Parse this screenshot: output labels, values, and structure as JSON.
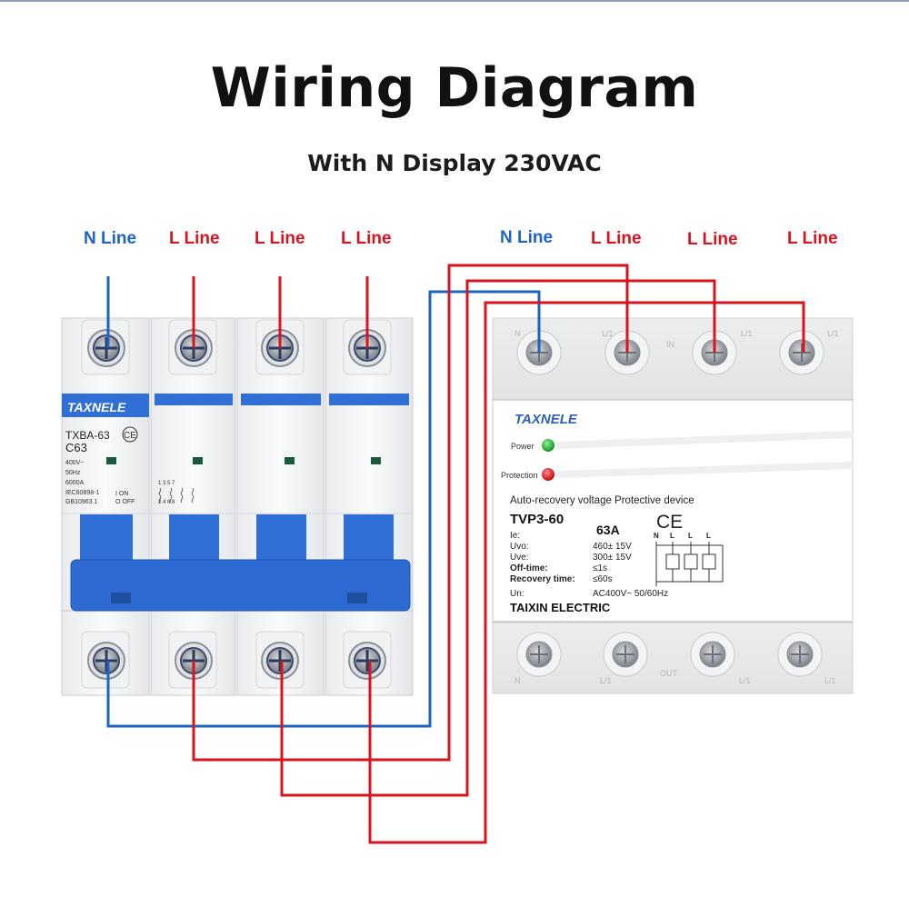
{
  "title": "Wiring Diagram",
  "subtitle": "With N Display 230VAC",
  "breaker_labels": [
    "N Line",
    "L Line",
    "L Line",
    "L Line"
  ],
  "protector_labels": [
    "N Line",
    "L Line",
    "L Line",
    "L Line"
  ],
  "colors": {
    "neutral": "#1d63c4",
    "live": "#d6151f",
    "breaker_blue": "#2f6fd6"
  },
  "breaker": {
    "brand": "TAXNELE",
    "model": "TXBA-63",
    "rating": "C63",
    "ce": "CE",
    "voltage": "400V~",
    "frequency": "50Hz",
    "capacity": "6000A",
    "standard1": "IEC60898-1",
    "standard2": "GB10963.1",
    "on_label": "I ON",
    "off_label": "O OFF",
    "terminals_top": "1 3 5 7",
    "terminals_bottom": "2 4 6 8"
  },
  "protector": {
    "brand": "TAXNELE",
    "power_label": "Power",
    "protection_label": "Protection",
    "description": "Auto-recovery voltage Protective device",
    "model": "TVP3-60",
    "ce": "CE",
    "specs": [
      {
        "key": "Ie:",
        "value": "63A"
      },
      {
        "key": "Uvo:",
        "value": "460± 15V"
      },
      {
        "key": "Uve:",
        "value": "300± 15V"
      },
      {
        "key": "Off-time:",
        "value": "≤1s"
      },
      {
        "key": "Recovery time:",
        "value": "≤60s"
      },
      {
        "key": "Un:",
        "value": "AC400V~ 50/60Hz"
      }
    ],
    "schematic_labels": [
      "N",
      "L",
      "L",
      "L"
    ],
    "maker": "TAIXIN  ELECTRIC",
    "top_marks": [
      "N",
      "L/1",
      "IN",
      "L/1",
      "L/1"
    ],
    "bottom_marks": [
      "N",
      "L/1",
      "OUT",
      "L/1",
      "L/1"
    ]
  }
}
